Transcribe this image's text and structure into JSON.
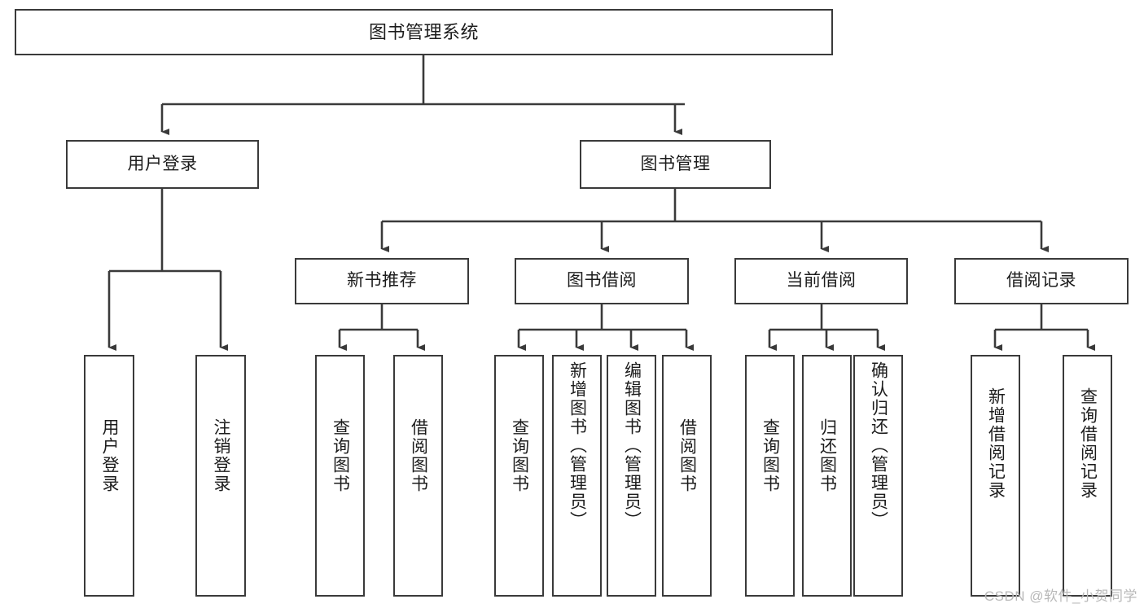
{
  "diagram": {
    "title": "图书管理系统",
    "type": "tree",
    "watermark": "CSDN @软件_小贺同学",
    "colors": {
      "box_border": "#3a3a3a",
      "box_fill": "#ffffff",
      "edge": "#3a3a3a",
      "text": "#1c1c1c",
      "watermark": "#b9b9b9",
      "background": "#ffffff"
    },
    "levels": {
      "root": {
        "label": "图书管理系统"
      },
      "level1": [
        {
          "id": "user-login",
          "label": "用户登录"
        },
        {
          "id": "book-management",
          "label": "图书管理"
        }
      ],
      "level2": [
        {
          "id": "new-book-recommend",
          "label": "新书推荐",
          "parent": "book-management"
        },
        {
          "id": "book-borrow",
          "label": "图书借阅",
          "parent": "book-management"
        },
        {
          "id": "current-borrow",
          "label": "当前借阅",
          "parent": "book-management"
        },
        {
          "id": "borrow-record",
          "label": "借阅记录",
          "parent": "book-management"
        }
      ],
      "leaves": {
        "user-login": [
          {
            "id": "leaf-user-login",
            "label": "用户登录"
          },
          {
            "id": "leaf-logout-login",
            "label": "注销登录"
          }
        ],
        "new-book-recommend": [
          {
            "id": "leaf-query-book-1",
            "label": "查询图书"
          },
          {
            "id": "leaf-borrow-book-1",
            "label": "借阅图书"
          }
        ],
        "book-borrow": [
          {
            "id": "leaf-query-book-2",
            "label": "查询图书"
          },
          {
            "id": "leaf-add-book",
            "label": "新增图书（管理员）"
          },
          {
            "id": "leaf-edit-book",
            "label": "编辑图书（管理员）"
          },
          {
            "id": "leaf-borrow-book-2",
            "label": "借阅图书"
          }
        ],
        "current-borrow": [
          {
            "id": "leaf-query-book-3",
            "label": "查询图书"
          },
          {
            "id": "leaf-return-book",
            "label": "归还图书"
          },
          {
            "id": "leaf-confirm-return",
            "label": "确认归还（管理员）"
          }
        ],
        "borrow-record": [
          {
            "id": "leaf-add-record",
            "label": "新增借阅记录"
          },
          {
            "id": "leaf-query-record",
            "label": "查询借阅记录"
          }
        ]
      }
    }
  }
}
